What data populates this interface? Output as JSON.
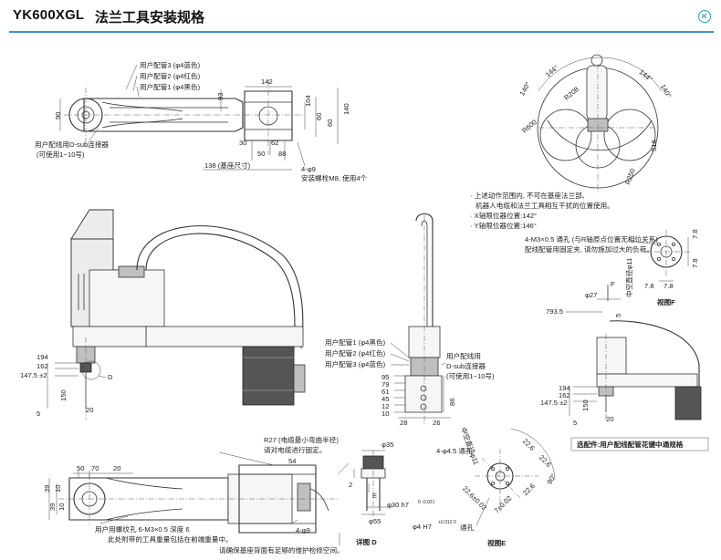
{
  "header": {
    "model": "YK600XGL",
    "title": "法兰工具安装规格"
  },
  "top_view": {
    "pipe4_blue": "用户配管3 (φ4蓝色)",
    "pipe4_red": "用户配管2 (φ4红色)",
    "pipe4_black": "用户配管1 (φ4黑色)",
    "dsub_l1": "用户配线用D-sub连接器",
    "dsub_l2": "(可使用1~10号)",
    "d90": "90",
    "d93": "93",
    "d142": "142",
    "d104": "104",
    "d60a": "60",
    "d60b": "60",
    "d140": "140",
    "d30": "30",
    "d62": "62",
    "d50": "50",
    "d88": "88",
    "base": "138 (基座尺寸)",
    "bolt1": "4-φ9",
    "bolt2": "安装螺栓M8, 使用4个"
  },
  "range_view": {
    "a140l": "140°",
    "a144l": "144°",
    "a144r": "144°",
    "a140r": "140°",
    "r208": "R208",
    "r600": "R600",
    "d518": "518",
    "r250": "R250"
  },
  "notes": {
    "n1": "· 上述动作范围内, 不可在基座法兰部、",
    "n2": "机器人电缆和法兰工具相互干扰的位置使用。",
    "n3": "· X轴限位器位置:142°",
    "n4": "· Y轴限位器位置:146°"
  },
  "view_f": {
    "hole": "4-M3×0.5 通孔 (与R轴原点位置无相位关系)",
    "fix": "配线配管用固定夹, 请勿施加过大的负荷。",
    "d78a": "7.8",
    "d78b": "7.8",
    "d78c": "7.8",
    "d78d": "7.8",
    "pcd": "中空直径φ11",
    "label": "视图F",
    "arrow": "F"
  },
  "front_view": {
    "d194": "194",
    "d162": "162",
    "d147": "147.5 ±2",
    "d150": "150",
    "d20": "20",
    "d5": "5",
    "d": "D"
  },
  "side_view": {
    "p1": "用户配管1 (φ4黑色)",
    "p2": "用户配管2 (φ4红色)",
    "p3": "用户配管3 (φ4蓝色)",
    "ds1": "用户配线用",
    "ds2": "D-sub连接器",
    "ds3": "(可使用1~10号)",
    "d95": "95",
    "d79": "79",
    "d61": "61",
    "d45": "45",
    "d12": "12",
    "d10": "10",
    "d86": "86",
    "d28": "28",
    "d26": "26"
  },
  "option_view": {
    "d27": "φ27",
    "d7935": "793.5",
    "d5": "5",
    "d194": "194",
    "d162": "162",
    "d147": "147.5 ±2",
    "d150": "150",
    "d20": "20",
    "d5b": "5",
    "caption": "选配件:用户配线配管花键中通规格"
  },
  "bottom_view": {
    "r27a": "R27 (电缆最小弯曲半径)",
    "r27b": "请对电缆进行固定。",
    "d50": "50",
    "d70": "70",
    "d20": "20",
    "d54": "54",
    "d39": "39",
    "d39b": "39",
    "d10": "10",
    "d10b": "10",
    "tap1": "用户用螺纹孔   6-M3×0.5 深度 6",
    "tap2": "此处附带的工具重量包括在前端重量中。",
    "hole": "4-φ9",
    "maint": "请确保基座背面有足够的维护检修空间。"
  },
  "view_d": {
    "d35": "φ35",
    "d2": "2",
    "e": "E",
    "d30": "φ30 h7",
    "d30tol": "0\n-0.021",
    "d55": "φ55",
    "label": "详图 D"
  },
  "view_e": {
    "hole": "4-φ4.5 通孔",
    "hollow": "中空直径φ11",
    "d226a": "22.6",
    "d226b": "22.6",
    "d226c": "22.6±0.02",
    "d226d": "22.6",
    "d7": "7±0.02",
    "d90": "90°",
    "pin": "φ4 H7",
    "pintol": "+0.012 0",
    "pin2": "通孔",
    "label": "视图E"
  }
}
